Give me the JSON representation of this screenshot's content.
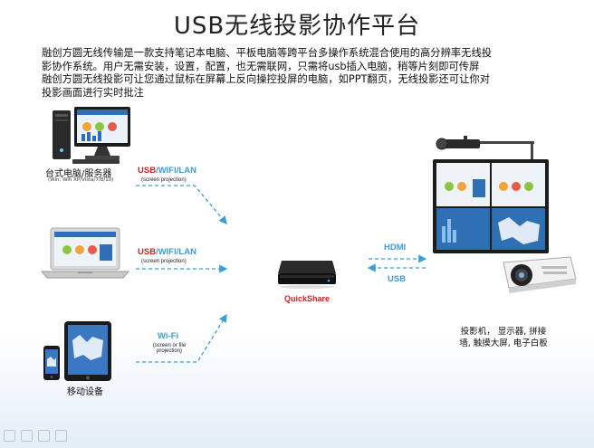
{
  "title": "USB无线投影协作平台",
  "description": [
    "融创方圆无线传输是一款支持笔记本电脑、平板电脑等跨平台多操作系统混合使用的高分辨率无线投",
    "影协作系统。用户无需安装，设置，配置，也无需联网，只需将usb插入电脑，稍等片刻即可传屏",
    "融创方圆无线投影可让您通过鼠标在屏幕上反向操控投屏的电脑，如PPT翻页，无线投影还可让你对",
    "投影画面进行实时批注"
  ],
  "devices": {
    "desktop": {
      "label": "台式电脑/服务器",
      "sublabel": "(Win: Win XP/Vista/7/8/10)"
    },
    "mobile": {
      "label": "移动设备"
    },
    "hub": {
      "label": "QuickShare"
    },
    "display": {
      "label": "投影机， 显示器, 拼接墙, 触摸大屏, 电子白板"
    }
  },
  "connections": {
    "desktop": {
      "usb": "USB",
      "slash1": "/",
      "wifi": "WIFI",
      "slash2": "/",
      "lan": "LAN",
      "sub": "(screen projection)"
    },
    "laptop": {
      "usb": "USB",
      "slash1": "/",
      "wifi": "WIFI",
      "slash2": "/",
      "lan": "LAN",
      "sub": "(screen projection)"
    },
    "mobile": {
      "label": "Wi-Fi",
      "sub1": "(screen or file",
      "sub2": "projection)"
    },
    "hdmi": "HDMI",
    "usb_out": "USB"
  },
  "colors": {
    "usb_red": "#d81e1e",
    "link_blue": "#3a9ed8",
    "hub_red": "#d81e1e"
  },
  "icons": [
    "desktop-computer-icon",
    "laptop-icon",
    "phone-icon",
    "tablet-icon",
    "quickshare-box-icon",
    "projector-icon",
    "display-wall-icon"
  ]
}
